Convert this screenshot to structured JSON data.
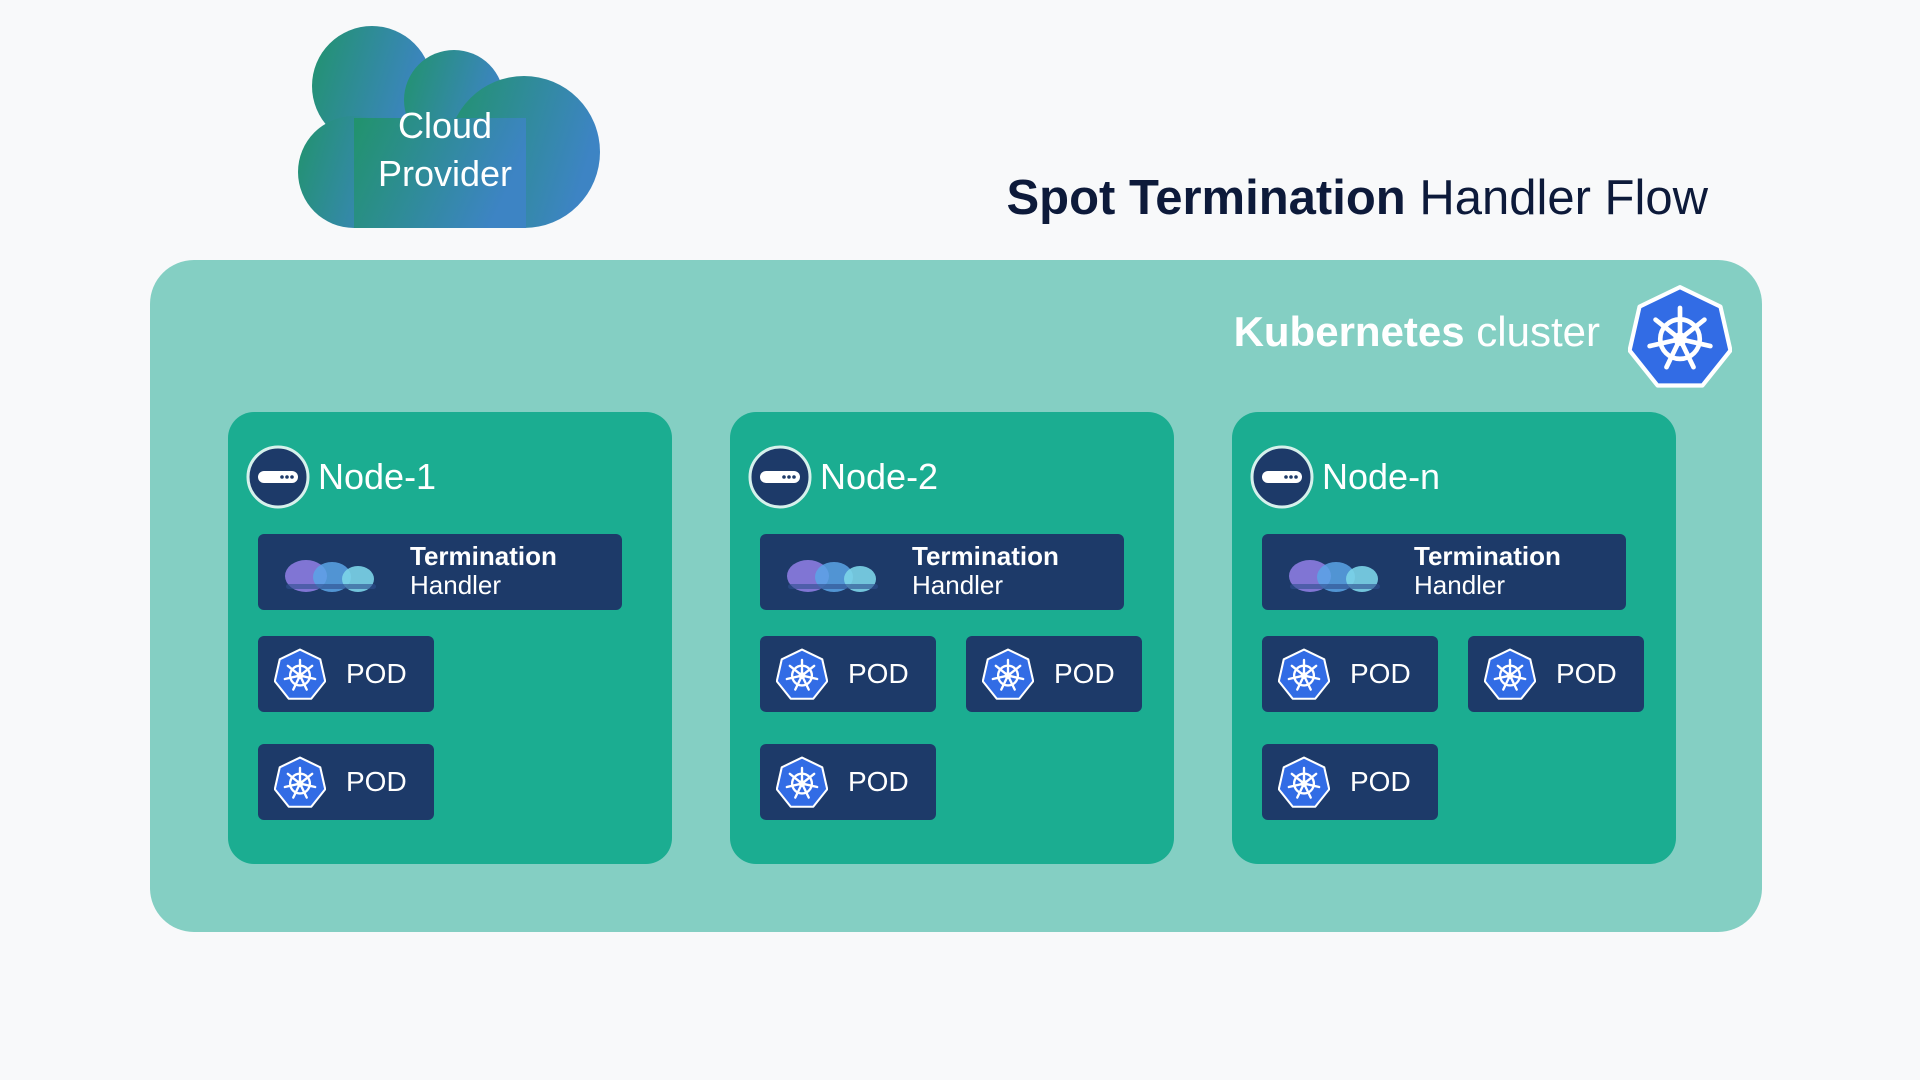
{
  "cloud": {
    "line1": "Cloud",
    "line2": "Provider"
  },
  "title": {
    "bold": "Spot Termination",
    "regular": " Handler Flow"
  },
  "cluster": {
    "bold": "Kubernetes",
    "regular": " cluster",
    "logo_icon": "kubernetes-logo-icon"
  },
  "handler": {
    "title": "Termination",
    "subtitle": "Handler",
    "icon": "cloud-logo-icon"
  },
  "nodes": [
    {
      "label": "Node-1",
      "icon": "server-icon",
      "pods": [
        "POD",
        "POD"
      ]
    },
    {
      "label": "Node-2",
      "icon": "server-icon",
      "pods": [
        "POD",
        "POD",
        "POD"
      ]
    },
    {
      "label": "Node-n",
      "icon": "server-icon",
      "pods": [
        "POD",
        "POD",
        "POD"
      ]
    }
  ],
  "colors": {
    "background": "#f8f9fa",
    "cluster": "#84cfc3",
    "node": "#1bad91",
    "box": "#1d3a69",
    "kubernetes_blue": "#326ce5",
    "title_text": "#0d1a3a"
  }
}
